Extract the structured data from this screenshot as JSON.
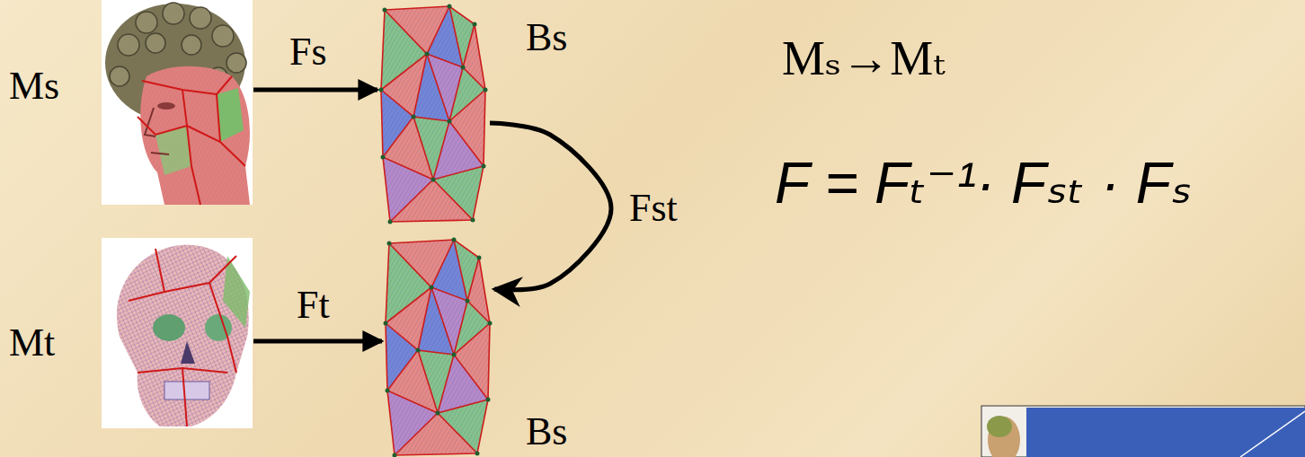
{
  "diagram": {
    "nodes": [
      {
        "text": [
          "Ms"
        ]
      },
      {
        "text": [
          "Bs"
        ]
      },
      {
        "text": [
          "Mt"
        ]
      },
      {
        "text": [
          "Bs"
        ]
      }
    ],
    "edges": [
      {
        "from": 0,
        "to": 1,
        "arrow": "to",
        "label": "Fs"
      },
      {
        "from": 1,
        "to": 3,
        "arrow": "to",
        "label": "Fst"
      },
      {
        "from": 2,
        "to": 3,
        "arrow": "to",
        "label": "Ft"
      }
    ],
    "labels": [
      "Mₛ→Mₜ",
      "F = Fₜ⁻¹· Fₛₜ · Fₛ"
    ]
  }
}
